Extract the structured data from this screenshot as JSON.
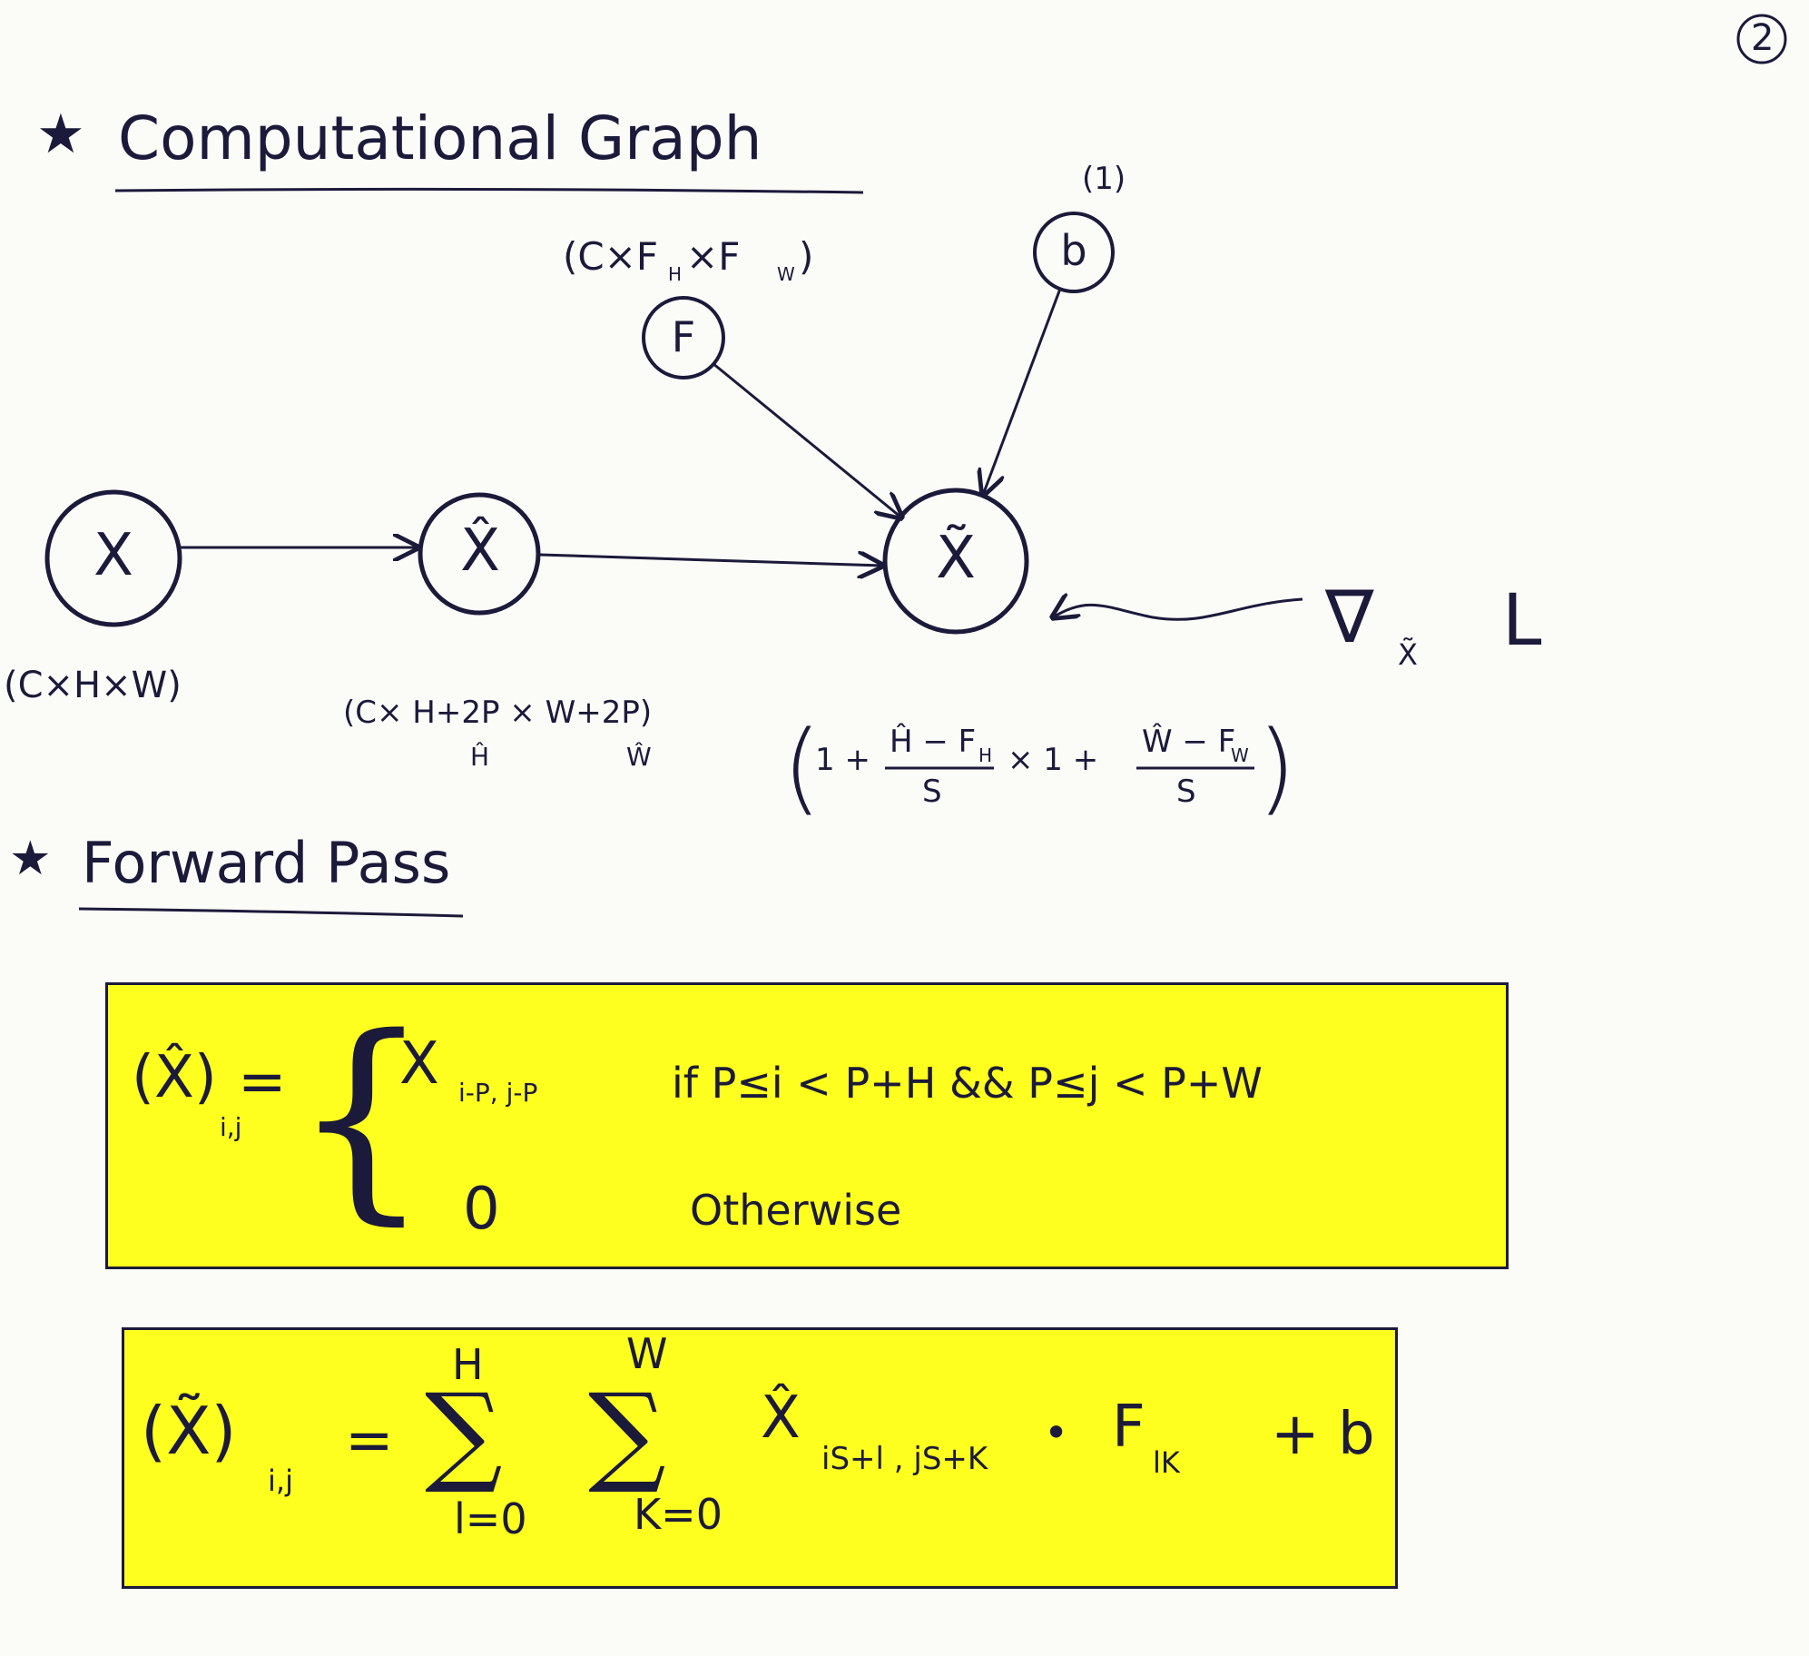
{
  "page_number": "2",
  "sections": {
    "graph_heading": "Computational Graph",
    "forward_heading": "Forward Pass"
  },
  "nodes": {
    "x": {
      "symbol": "X",
      "dims": "(C×H×W)"
    },
    "x_hat": {
      "symbol": "X̂",
      "dims": "(C× H+2P × W+2P)",
      "dims_h": "Ĥ",
      "dims_w": "Ŵ"
    },
    "x_tilde": {
      "symbol": "X̃",
      "dims_a": "1 + ",
      "dims_num_a": "Ĥ − F",
      "dims_den_a": "S",
      "dims_times": "× 1 + ",
      "dims_num_b": "Ŵ − F",
      "dims_den_b": "S",
      "sub_h": "H",
      "sub_w": "W"
    },
    "f": {
      "symbol": "F",
      "dims": "(C×F",
      "dims_h": "H",
      "dims_mid": "×F",
      "dims_w": "W",
      "dims_close": ")"
    },
    "b": {
      "symbol": "b",
      "dims": "(1)"
    }
  },
  "gradient": {
    "nabla": "∇",
    "sub": "X̃",
    "loss": "L"
  },
  "forward": {
    "eq1": {
      "lhs": "(X̂)",
      "lhs_sub": "i,j",
      "eq": "=",
      "case1_var": "X",
      "case1_sub": "i-P, j-P",
      "case1_cond": "if  P≤i < P+H  && P≤j < P+W",
      "case2_val": "0",
      "case2_cond": "Otherwise"
    },
    "eq2": {
      "lhs": "(X̃)",
      "lhs_sub": "i,j",
      "eq": "=",
      "sum1_top": "H",
      "sum1_bottom": "l=0",
      "sum2_top": "W",
      "sum2_bottom": "K=0",
      "term_var": "X̂",
      "term_sub": "iS+l , jS+K",
      "dot": "•",
      "f_var": "F",
      "f_sub": "lK",
      "plus_b": "+ b"
    }
  }
}
